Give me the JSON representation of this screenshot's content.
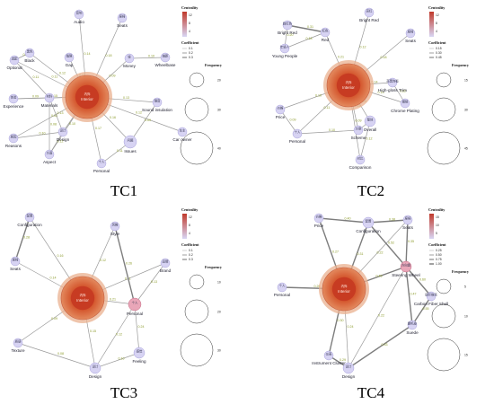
{
  "legend": {
    "centrality_title": "Centrality",
    "coefficient_title": "Coefficient",
    "frequency_title": "Frequency",
    "colors": {
      "low": "#d8d6f4",
      "high": "#c0392b"
    }
  },
  "panels": [
    {
      "title": "TC1",
      "legend_centrality_ticks": [
        "12",
        "8",
        "4"
      ],
      "legend_coefficient_ticks": [
        "0.1",
        "0.2",
        "0.3"
      ],
      "legend_frequency_ticks": [
        "20",
        "30",
        "40"
      ],
      "nodes": [
        {
          "id": "interior",
          "label": "Interior",
          "cjk": "内饰",
          "big": true
        },
        {
          "id": "audio",
          "label": "Audio",
          "cjk": "音响"
        },
        {
          "id": "seats",
          "label": "Seats",
          "cjk": "座椅"
        },
        {
          "id": "black",
          "label": "Black",
          "cjk": "黑色"
        },
        {
          "id": "gap",
          "label": "Gap",
          "cjk": "缝隙"
        },
        {
          "id": "money",
          "label": "Money",
          "cjk": "钱"
        },
        {
          "id": "optional",
          "label": "Optional",
          "cjk": "选配"
        },
        {
          "id": "wheelbase",
          "label": "Wheelbase",
          "cjk": "轴距"
        },
        {
          "id": "experience",
          "label": "Experience",
          "cjk": "体验"
        },
        {
          "id": "materials",
          "label": "Materials",
          "cjk": "材料"
        },
        {
          "id": "sound",
          "label": "Sound insulation",
          "cjk": "隔音"
        },
        {
          "id": "carowner",
          "label": "Car owner",
          "cjk": "车主"
        },
        {
          "id": "design",
          "label": "Design",
          "cjk": "设计"
        },
        {
          "id": "reasons",
          "label": "Reasons",
          "cjk": "原因"
        },
        {
          "id": "issues",
          "label": "Issues",
          "cjk": "问题"
        },
        {
          "id": "aspect",
          "label": "Aspect",
          "cjk": "方面"
        },
        {
          "id": "personal",
          "label": "Personal",
          "cjk": "个人"
        }
      ]
    },
    {
      "title": "TC2",
      "legend_centrality_ticks": [
        "12",
        "8",
        "4"
      ],
      "legend_coefficient_ticks": [
        "0.15",
        "0.30",
        "0.45"
      ],
      "legend_frequency_ticks": [
        "15",
        "30",
        "45"
      ],
      "nodes": [
        {
          "id": "interior",
          "label": "Interior",
          "cjk": "内饰",
          "big": true
        },
        {
          "id": "brightred",
          "label": "Bright Red",
          "cjk": "鲜红色"
        },
        {
          "id": "brightred2",
          "label": "Bright Red",
          "cjk": "亮红"
        },
        {
          "id": "red",
          "label": "Red",
          "cjk": "红色"
        },
        {
          "id": "young",
          "label": "Young People",
          "cjk": "年轻人"
        },
        {
          "id": "seats",
          "label": "Seats",
          "cjk": "座椅"
        },
        {
          "id": "highgloss",
          "label": "High-gloss Trim",
          "cjk": "亮黑饰板"
        },
        {
          "id": "price",
          "label": "Price",
          "cjk": "价格"
        },
        {
          "id": "chrome",
          "label": "Chrome Plating",
          "cjk": "镀铬"
        },
        {
          "id": "overall",
          "label": "Overall",
          "cjk": "整体"
        },
        {
          "id": "personal",
          "label": "Personal",
          "cjk": "个人"
        },
        {
          "id": "scheme",
          "label": "Scheme",
          "cjk": "方案"
        },
        {
          "id": "comparison",
          "label": "Comparison",
          "cjk": "对比"
        }
      ]
    },
    {
      "title": "TC3",
      "legend_centrality_ticks": [
        "12",
        "8",
        "4"
      ],
      "legend_coefficient_ticks": [
        "0.1",
        "0.2",
        "0.3"
      ],
      "legend_frequency_ticks": [
        "10",
        "20",
        "30"
      ],
      "nodes": [
        {
          "id": "interior",
          "label": "Interior",
          "cjk": "内饰",
          "big": true
        },
        {
          "id": "config",
          "label": "Configuration",
          "cjk": "配置"
        },
        {
          "id": "style",
          "label": "Style",
          "cjk": "风格"
        },
        {
          "id": "seats",
          "label": "Seats",
          "cjk": "座椅"
        },
        {
          "id": "brand",
          "label": "Brand",
          "cjk": "品牌"
        },
        {
          "id": "personal",
          "label": "Personal",
          "cjk": "个人",
          "pink": true
        },
        {
          "id": "texture",
          "label": "Texture",
          "cjk": "质感"
        },
        {
          "id": "feeling",
          "label": "Feeling",
          "cjk": "感觉"
        },
        {
          "id": "design",
          "label": "Design",
          "cjk": "设计"
        }
      ]
    },
    {
      "title": "TC4",
      "legend_centrality_ticks": [
        "15",
        "10",
        "5"
      ],
      "legend_coefficient_ticks": [
        "0.25",
        "0.50",
        "0.75",
        "1.00"
      ],
      "legend_frequency_ticks": [
        "5",
        "10",
        "15"
      ],
      "nodes": [
        {
          "id": "interior",
          "label": "Interior",
          "cjk": "内饰",
          "big": true
        },
        {
          "id": "price",
          "label": "Price",
          "cjk": "价格"
        },
        {
          "id": "config",
          "label": "Configuration",
          "cjk": "配置"
        },
        {
          "id": "seats",
          "label": "Seats",
          "cjk": "座椅"
        },
        {
          "id": "steering",
          "label": "Steering Wheel",
          "cjk": "方向盘",
          "pink": true
        },
        {
          "id": "personal",
          "label": "Personal",
          "cjk": "个人"
        },
        {
          "id": "carbon",
          "label": "Carbon Fiber Shell",
          "cjk": "碳纤维壳"
        },
        {
          "id": "suede",
          "label": "Suede",
          "cjk": "翻毛皮"
        },
        {
          "id": "cluster",
          "label": "Instrument Cluster",
          "cjk": "仪表"
        },
        {
          "id": "design",
          "label": "Design",
          "cjk": "设计"
        }
      ]
    }
  ]
}
